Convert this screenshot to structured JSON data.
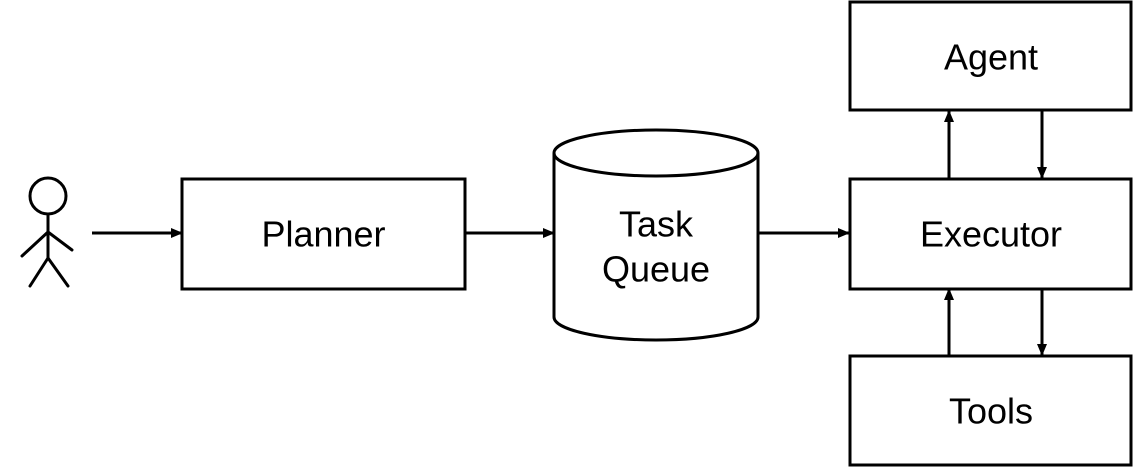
{
  "nodes": {
    "planner": {
      "label": "Planner"
    },
    "task_queue": {
      "line1": "Task",
      "line2": "Queue"
    },
    "executor": {
      "label": "Executor"
    },
    "agent": {
      "label": "Agent"
    },
    "tools": {
      "label": "Tools"
    }
  },
  "colors": {
    "stroke": "#000000",
    "fill": "#ffffff",
    "text": "#000000"
  },
  "icons": {
    "user": "stick-figure-user-icon"
  }
}
